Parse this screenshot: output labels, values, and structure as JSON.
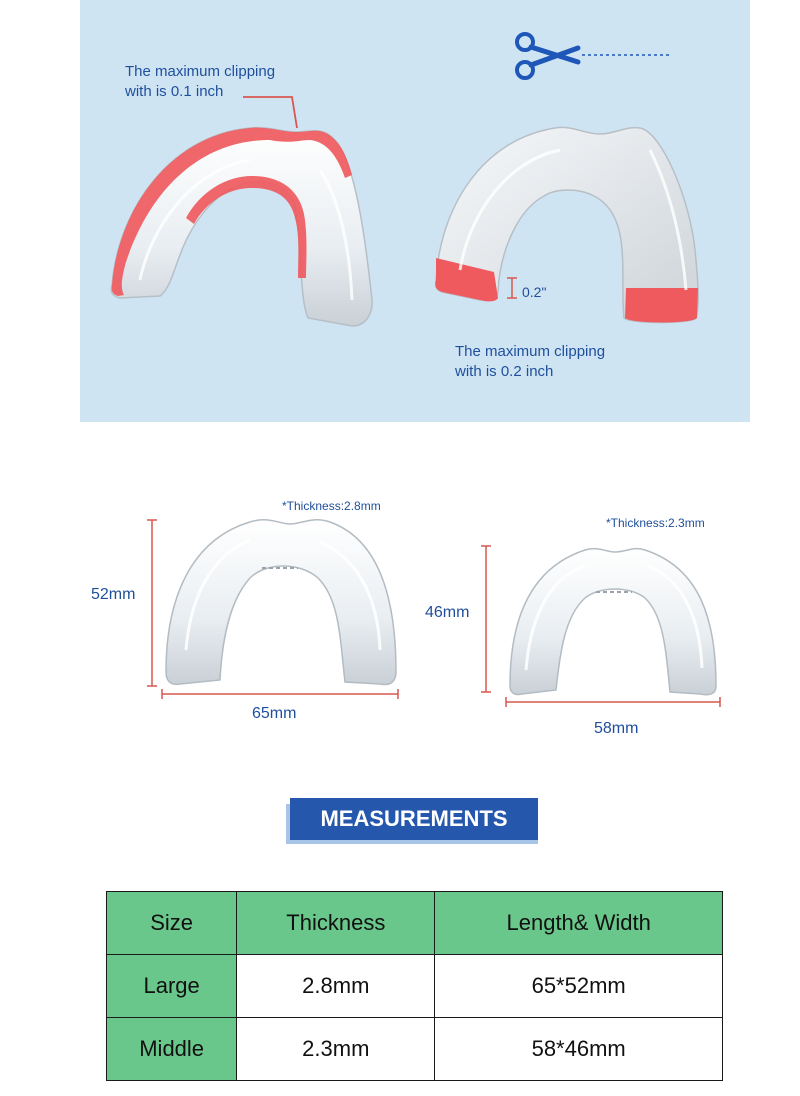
{
  "top_section": {
    "left_note": [
      "The maximum clipping",
      "with is 0.1 inch"
    ],
    "right_note": [
      "The maximum clipping",
      "with is 0.2 inch"
    ],
    "cut_length": "0.2\"",
    "icons": [
      "scissors-icon"
    ]
  },
  "dimensions": {
    "large": {
      "thickness": "*Thickness:2.8mm",
      "height": "52mm",
      "width": "65mm"
    },
    "middle": {
      "thickness": "*Thickness:2.3mm",
      "height": "46mm",
      "width": "58mm"
    }
  },
  "banner": "MEASUREMENTS",
  "table": {
    "headers": [
      "Size",
      "Thickness",
      "Length& Width"
    ],
    "rows": [
      [
        "Large",
        "2.8mm",
        "65*52mm"
      ],
      [
        "Middle",
        "2.3mm",
        "58*46mm"
      ]
    ]
  },
  "colors": {
    "panel_bg": "#cfe4f3",
    "text_blue": "#1f4f9c",
    "dimension_red": "#d9564f",
    "clip_red": "#ef5a5e",
    "banner_blue": "#2558ad",
    "table_green": "#6ac78b"
  }
}
